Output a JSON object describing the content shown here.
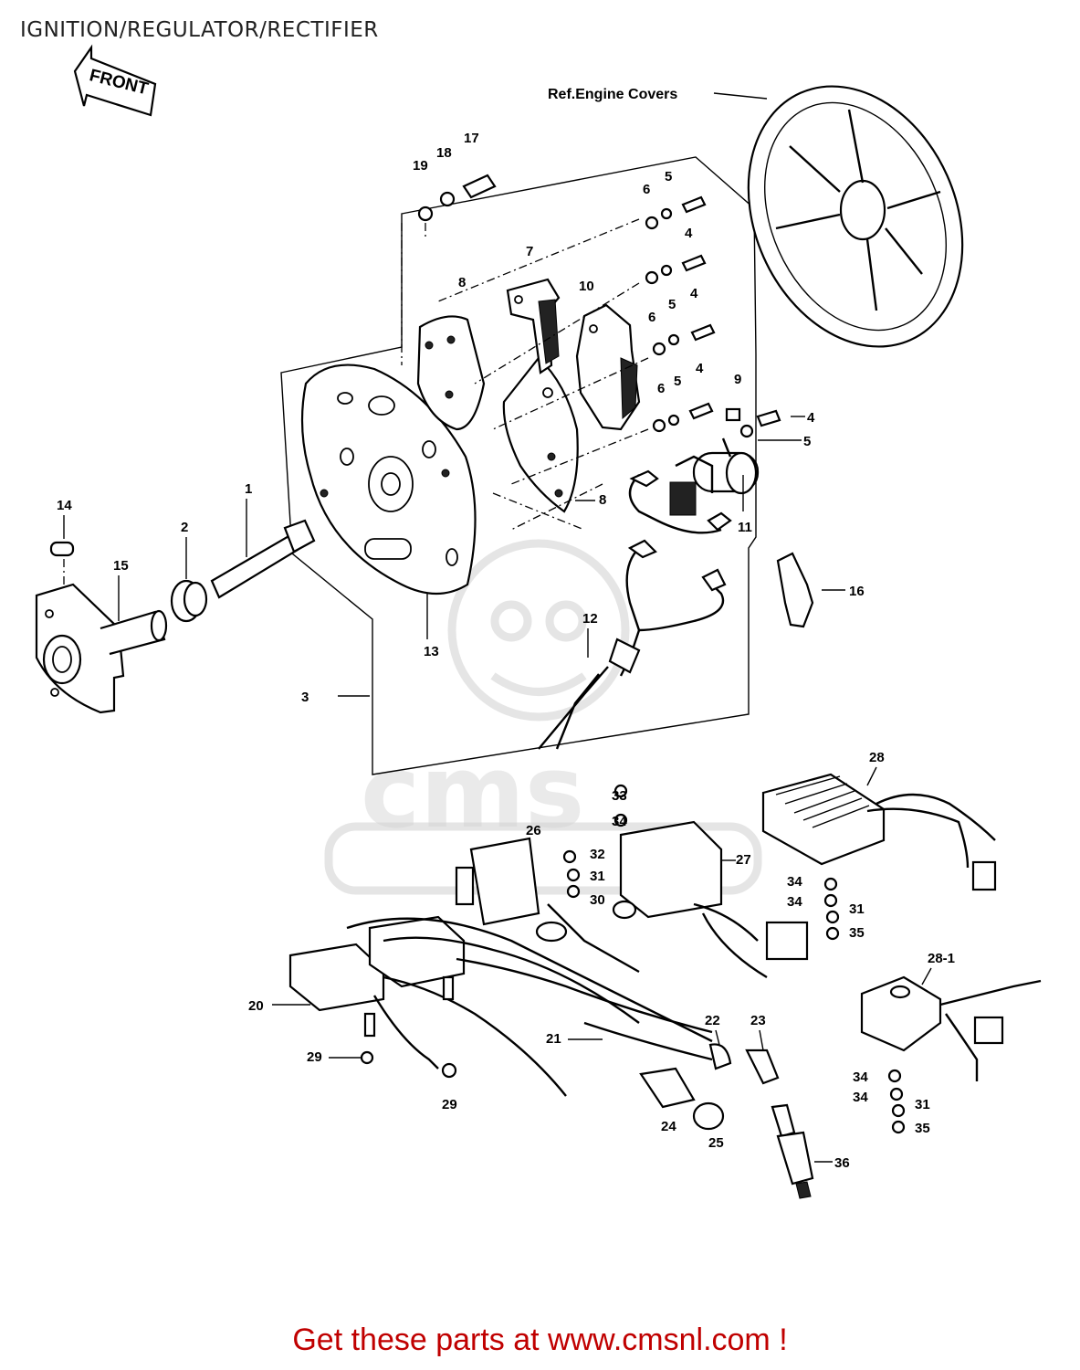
{
  "title": "IGNITION/REGULATOR/RECTIFIER",
  "footer": "Get these parts at www.cmsnl.com !",
  "front_label": "FRONT",
  "ref_label": "Ref.Engine Covers",
  "colors": {
    "footer": "#c00000",
    "lines": "#000000"
  },
  "callouts": [
    "1",
    "2",
    "3",
    "4",
    "4",
    "4",
    "4",
    "5",
    "5",
    "5",
    "5",
    "6",
    "6",
    "6",
    "7",
    "8",
    "8",
    "9",
    "10",
    "11",
    "12",
    "13",
    "14",
    "15",
    "16",
    "17",
    "18",
    "19",
    "20",
    "21",
    "22",
    "23",
    "24",
    "25",
    "26",
    "27",
    "28",
    "28-1",
    "29",
    "29",
    "30",
    "31",
    "31",
    "31",
    "32",
    "33",
    "34",
    "34",
    "34",
    "34",
    "34",
    "35",
    "35",
    "36"
  ]
}
